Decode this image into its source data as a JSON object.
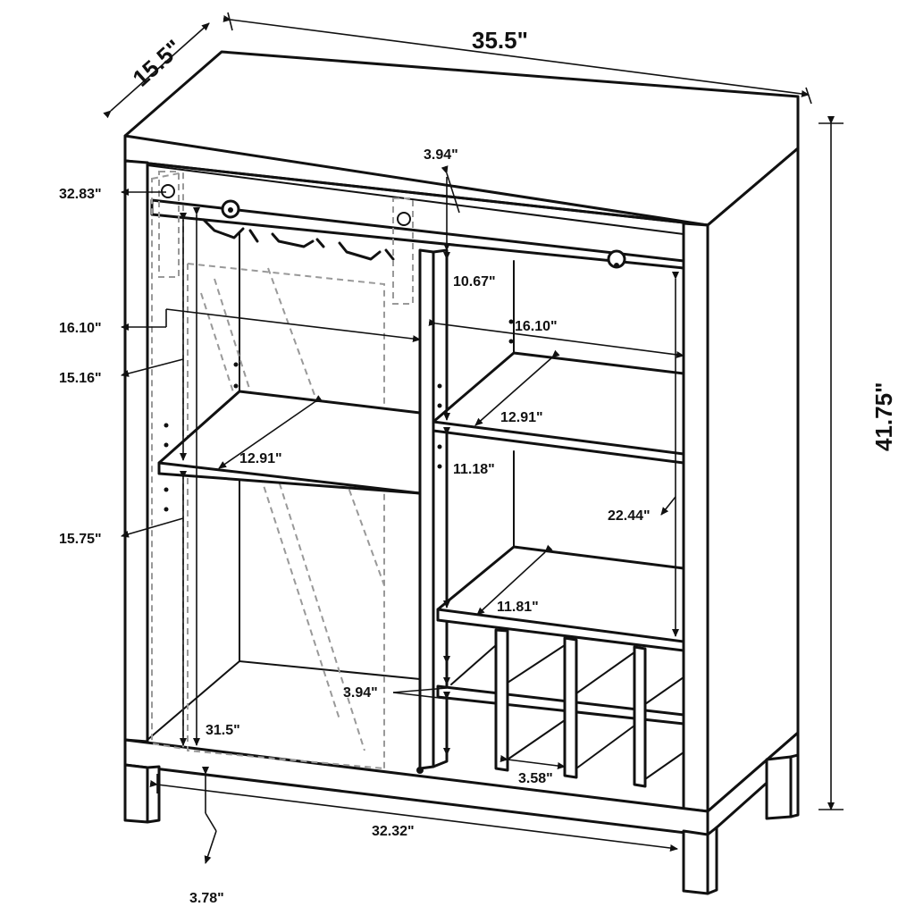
{
  "overall": {
    "depth": "15.5\"",
    "width": "35.5\"",
    "height": "41.75\""
  },
  "dimensions": {
    "top_gap": "3.94\"",
    "rack_height": "32.83\"",
    "left_shelf_depth_top": "16.10\"",
    "right_shelf_depth_top": "16.10\"",
    "left_upper_opening": "15.16\"",
    "left_lower_opening": "15.75\"",
    "right_upper_opening": "10.67\"",
    "right_middle_opening": "11.18\"",
    "right_tall_opening": "22.44\"",
    "left_shelf_width": "12.91\"",
    "right_upper_shelf_width": "12.91\"",
    "right_lower_shelf_width": "11.81\"",
    "divider_gap": "3.94\"",
    "interior_height": "31.5\"",
    "cubby_width": "3.58\"",
    "inner_width": "32.32\"",
    "leg_height": "3.78\""
  }
}
